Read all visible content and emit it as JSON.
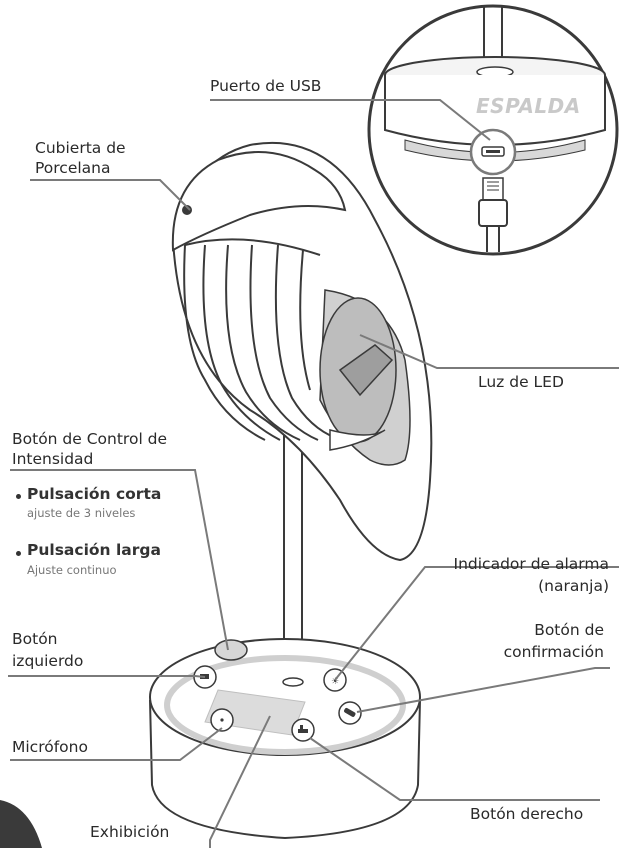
{
  "labels": {
    "usb_port": "Puerto de USB",
    "back": "ESPALDA",
    "porcelain_cover_1": "Cubierta de",
    "porcelain_cover_2": "Porcelana",
    "led_light": "Luz de LED",
    "intensity_button_1": "Botón de Control de",
    "intensity_button_2": "Intensidad",
    "short_press": "Pulsación corta",
    "short_press_desc": "ajuste de 3 niveles",
    "long_press": "Pulsación larga",
    "long_press_desc": "Ajuste continuo",
    "alarm_indicator_1": "Indicador de alarma",
    "alarm_indicator_2": "(naranja)",
    "left_button_1": "Botón",
    "left_button_2": "izquierdo",
    "confirm_button_1": "Botón de",
    "confirm_button_2": "confirmación",
    "microphone": "Micrófono",
    "right_button": "Botón derecho",
    "display": "Exhibición"
  },
  "colors": {
    "outline": "#3a3a3a",
    "leader": "#7a7a7a",
    "shade": "#cfcfcf",
    "light_shade": "#e6e6e6",
    "espalda_text": "#c9c9c9",
    "corner_tab": "#3a3a3a"
  }
}
